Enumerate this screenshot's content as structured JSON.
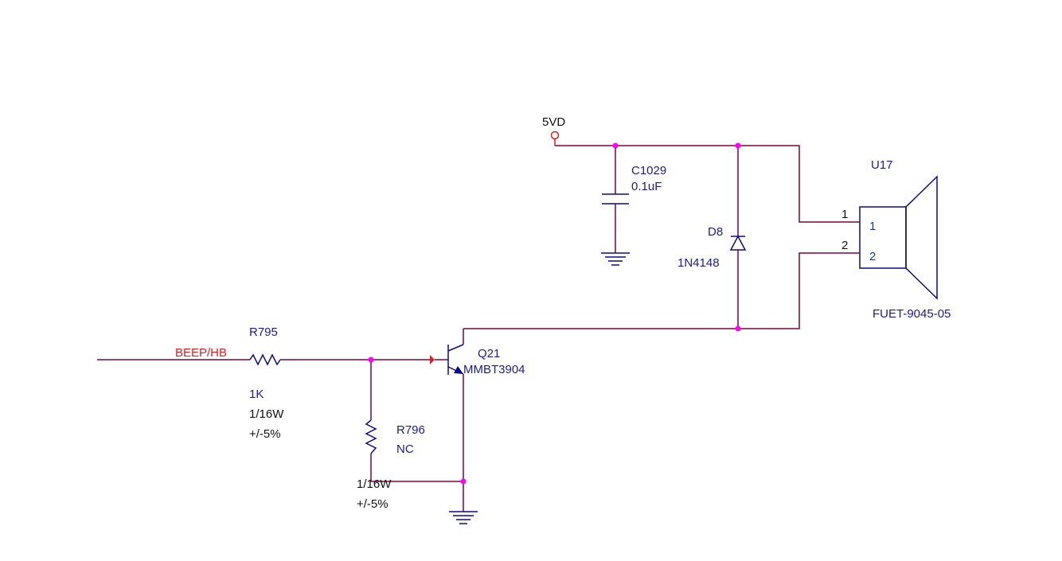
{
  "power": {
    "label": "5VD"
  },
  "net": {
    "beep_label": "BEEP/HB"
  },
  "r795": {
    "ref": "R795",
    "value": "1K",
    "power": "1/16W",
    "tolerance": "+/-5%"
  },
  "r796": {
    "ref": "R796",
    "value": "NC",
    "power": "1/16W",
    "tolerance": "+/-5%"
  },
  "q21": {
    "ref": "Q21",
    "part": "MMBT3904"
  },
  "c1029": {
    "ref": "C1029",
    "value": "0.1uF"
  },
  "d8": {
    "ref": "D8",
    "part": "1N4148"
  },
  "u17": {
    "ref": "U17",
    "part": "FUET-9045-05",
    "pin1_net": "1",
    "pin2_net": "2",
    "pin1_label": "1",
    "pin2_label": "2"
  },
  "colors": {
    "wire": "#800040",
    "component": "#0a0a8c",
    "junction": "#ff00ff",
    "net_label": "#e02020",
    "text": "#1a1a99"
  }
}
